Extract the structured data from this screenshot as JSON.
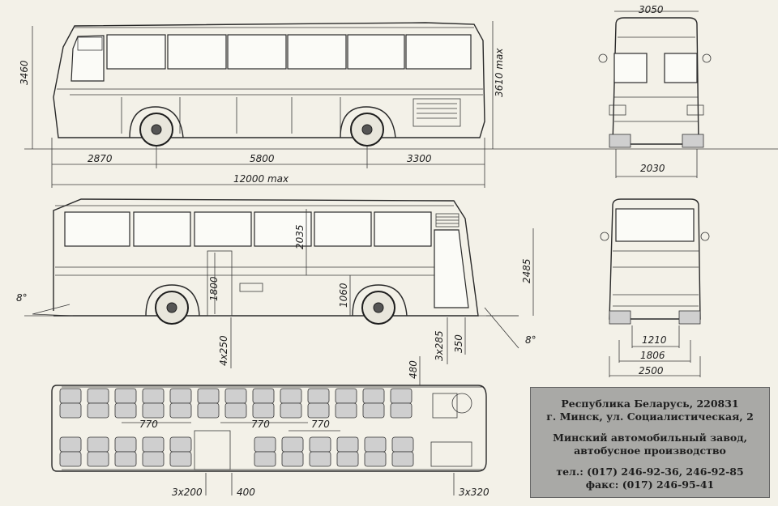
{
  "dimensions": {
    "side_height": "3460",
    "side_height_max": "3610 max",
    "front_overhang": "2870",
    "wheelbase": "5800",
    "rear_overhang": "3300",
    "total_length": "12000 max",
    "front_width": "3050",
    "front_track": "2030",
    "interior_height": "2035",
    "door_height": "1800",
    "floor_height": "1060",
    "rear_view_height": "2485",
    "step_count": "4x250",
    "rear_steps": "3x285",
    "ground_clearance": "350",
    "approach_angle": "8°",
    "departure_angle": "8°",
    "rear_track_inner": "1210",
    "rear_track": "1806",
    "rear_width": "2500",
    "seat_pitch_1": "770",
    "seat_pitch_2": "770",
    "seat_pitch_3": "770",
    "aisle_top": "480",
    "step_plan_left": "3x200",
    "step_plan_width": "400",
    "step_plan_right": "3x320"
  },
  "info": {
    "line1": "Республика Беларусь, 220831",
    "line2": "г. Минск, ул. Социалистическая, 2",
    "line3": "Минский автомобильный завод,",
    "line4": "автобусное производство",
    "line5": "тел.: (017) 246-92-36, 246-92-85",
    "line6": "факс: (017) 246-95-41"
  }
}
